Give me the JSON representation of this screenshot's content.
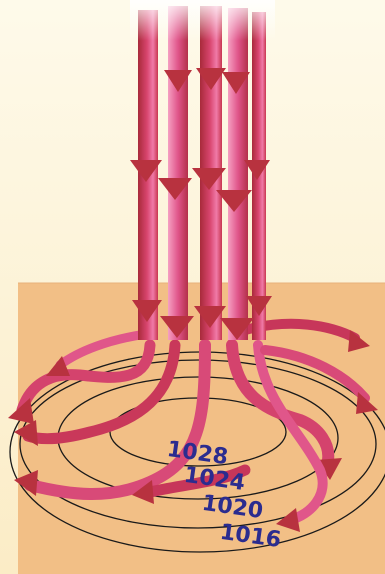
{
  "colors": {
    "sky_top": "#fdf6e0",
    "sky_bottom": "#fbeec8",
    "ground": "#f2bf86",
    "ground_edge": "#e8a96a",
    "arrow_dark": "#b8323f",
    "arrow_mid": "#d6436f",
    "arrow_light": "#f07aa8",
    "isobar_line": "#1a1a1a",
    "label_color": "#2b2c8f"
  },
  "isobars": [
    {
      "label": "1028"
    },
    {
      "label": "1024"
    },
    {
      "label": "1020"
    },
    {
      "label": "1016"
    }
  ]
}
